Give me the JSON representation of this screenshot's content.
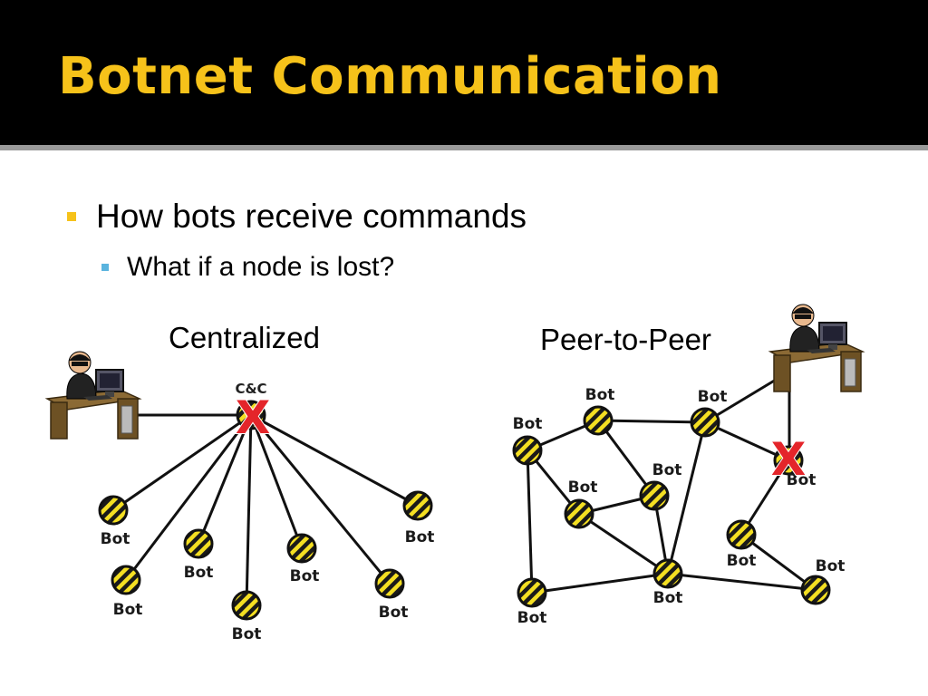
{
  "slide": {
    "title": "Botnet Communication",
    "bullets": [
      {
        "text": "How bots receive commands"
      },
      {
        "text": "What if a node is lost?"
      }
    ]
  },
  "diagrams": {
    "centralized": {
      "label": "Centralized",
      "server_label": "C&C",
      "bot_label": "Bot",
      "failure_mark": "X"
    },
    "p2p": {
      "label": "Peer-to-Peer",
      "bot_label": "Bot",
      "failure_mark": "X"
    }
  },
  "colors": {
    "title": "#f6c21a",
    "failure": "#e4252a",
    "bullet_primary": "#f6c21a",
    "bullet_secondary": "#5ab4de"
  }
}
